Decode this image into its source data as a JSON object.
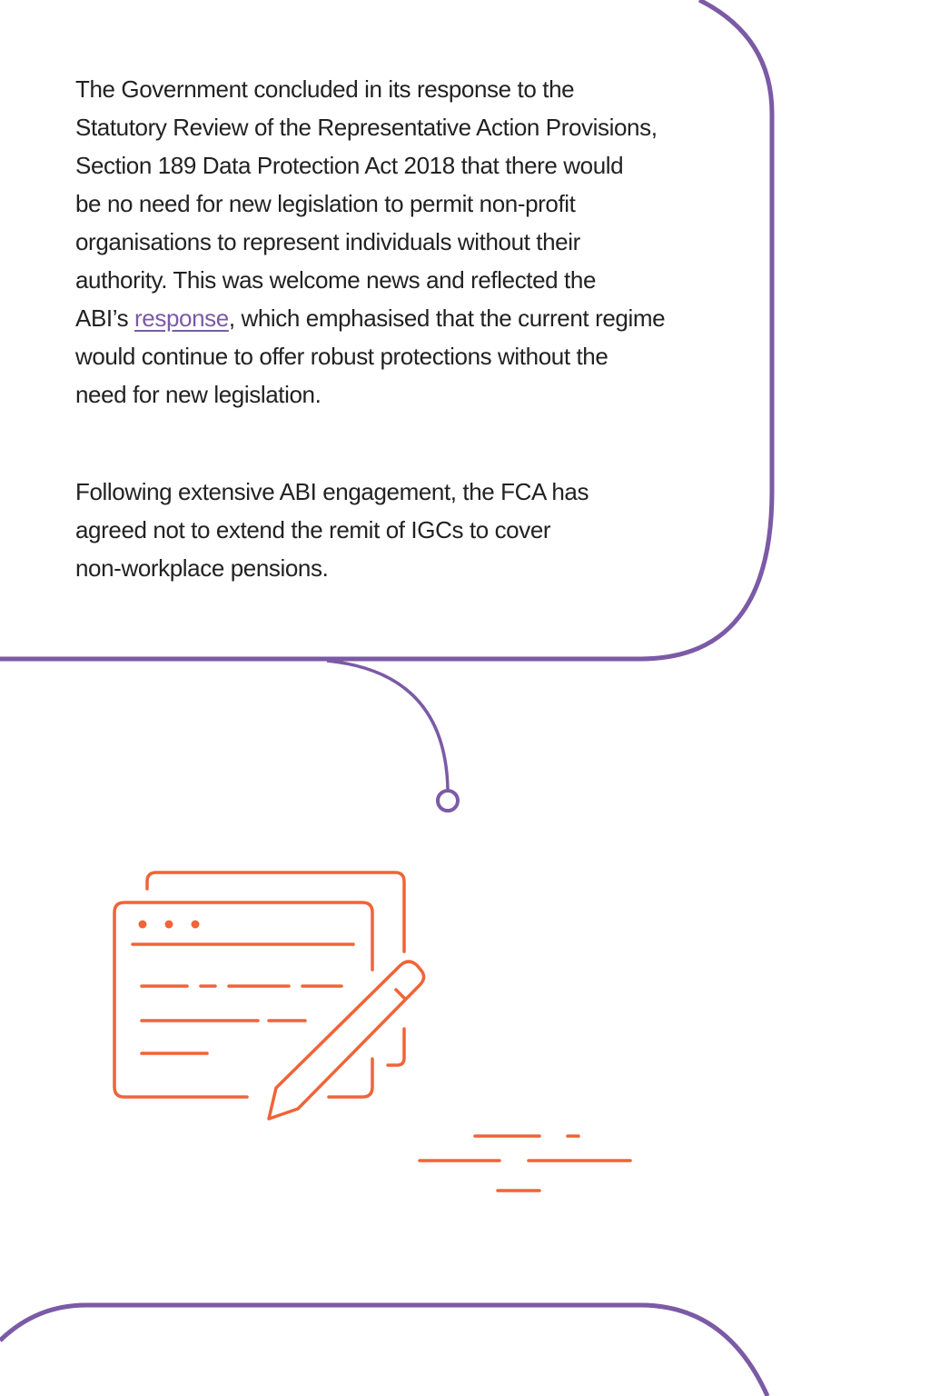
{
  "colors": {
    "purple": "#7b5aa6",
    "orange": "#f06437",
    "text": "#222222"
  },
  "paragraph1": {
    "lines": [
      "The Government concluded in its response to the",
      "Statutory Review of the Representative Action Provisions,",
      "Section 189 Data Protection Act 2018 that there would",
      "be no need for new legislation to permit non-profit",
      "organisations to represent individuals without their",
      "authority. This was welcome news and reflected the"
    ],
    "line7_before": "ABI’s ",
    "link_text": "response",
    "line7_after": ", which emphasised that the current regime",
    "lines_end": [
      "would continue to offer robust protections without the",
      "need for new legislation."
    ]
  },
  "paragraph2": {
    "lines": [
      "Following extensive ABI engagement, the FCA has",
      "agreed not to extend the remit of IGCs to cover",
      "non-workplace pensions."
    ]
  },
  "illustration": {
    "icon": "document-edit-icon"
  }
}
